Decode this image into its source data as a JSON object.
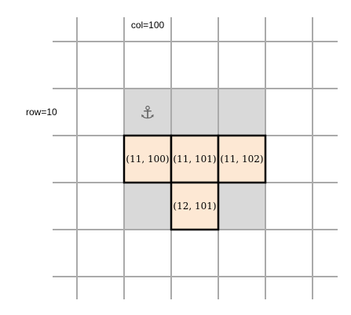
{
  "labels": {
    "col": "col=100",
    "row": "row=10"
  },
  "anchor": {
    "icon": "anchor-icon",
    "glyph": "⚓"
  },
  "highlight_cells": [
    {
      "row": 11,
      "col": 100,
      "label": "(11, 100)"
    },
    {
      "row": 11,
      "col": 101,
      "label": "(11, 101)"
    },
    {
      "row": 11,
      "col": 102,
      "label": "(11, 102)"
    },
    {
      "row": 12,
      "col": 101,
      "label": "(12, 101)"
    }
  ],
  "colors": {
    "grid": "#aaaaaa",
    "shade": "#d9d9d9",
    "highlight_fill": "#fde8d4",
    "highlight_border": "#000000"
  }
}
